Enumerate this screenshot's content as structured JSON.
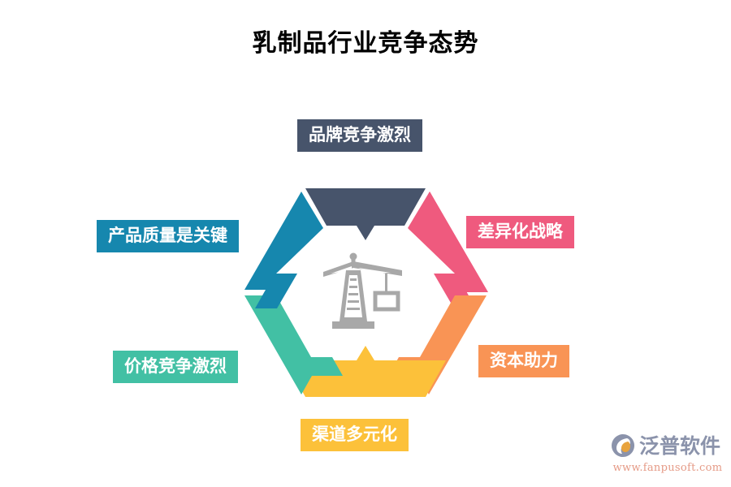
{
  "page": {
    "title": "乳制品行业竞争态势",
    "background": "#ffffff"
  },
  "diagram": {
    "type": "hexagonal-cycle",
    "center_icon": "crane-icon",
    "center_icon_color": "#a8a8a8",
    "segments": [
      {
        "id": "top",
        "label": "品牌竞争激烈",
        "color": "#47546b",
        "position": "top"
      },
      {
        "id": "right-upper",
        "label": "差异化战略",
        "color": "#ef5a7e",
        "position": "upper-right"
      },
      {
        "id": "right-lower",
        "label": "资本助力",
        "color": "#f99455",
        "position": "lower-right"
      },
      {
        "id": "bottom",
        "label": "渠道多元化",
        "color": "#fcc13a",
        "position": "bottom"
      },
      {
        "id": "left-lower",
        "label": "价格竞争激烈",
        "color": "#42c0a4",
        "position": "lower-left"
      },
      {
        "id": "left-upper",
        "label": "产品质量是关键",
        "color": "#1687ae",
        "position": "upper-left"
      }
    ]
  },
  "brand": {
    "name": "泛普软件",
    "url": "www.fanpusoft.com",
    "logo_icon": "fanpu-logo-icon",
    "name_color": "#8b93ab",
    "url_color": "#e59a86"
  }
}
